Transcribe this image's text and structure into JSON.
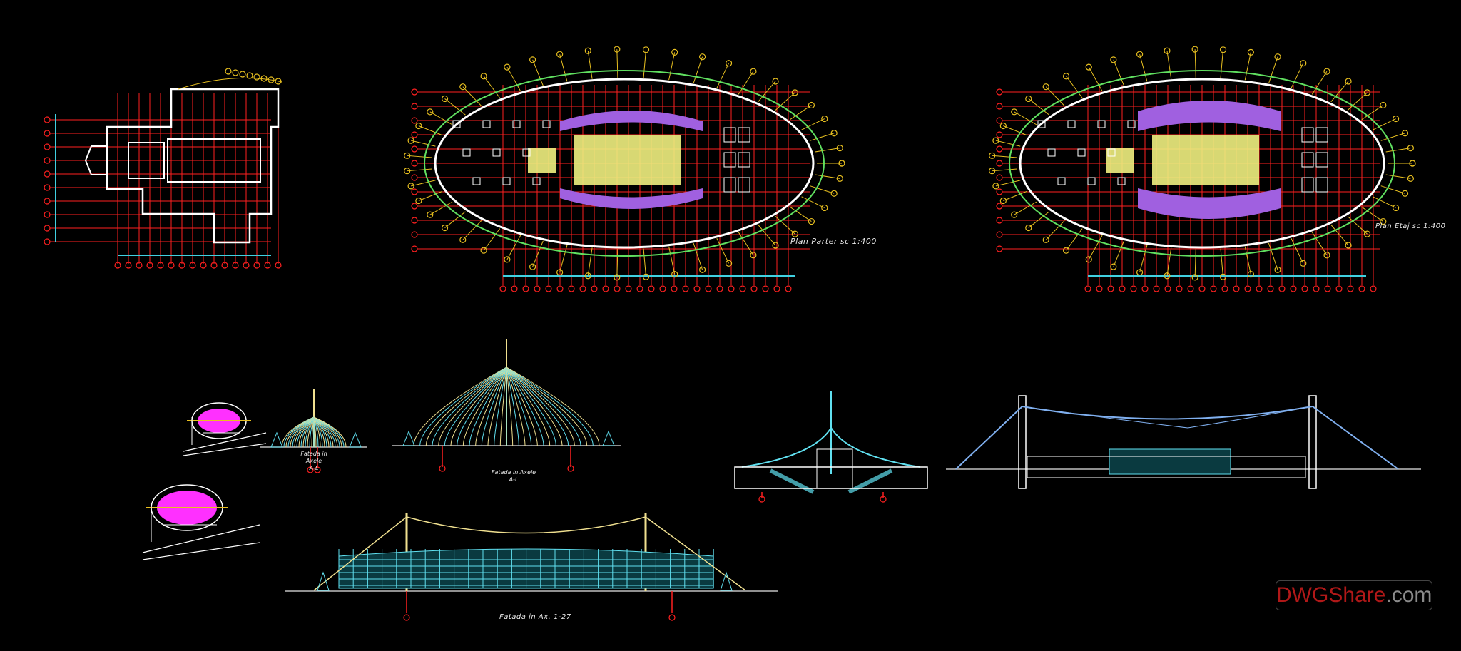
{
  "drawings": {
    "plan_ground": {
      "caption": "Plan Parter sc 1:400"
    },
    "plan_floor": {
      "caption": "Plan Etaj sc 1:400"
    },
    "facade_small": {
      "caption": "Fatada in Axele",
      "sub": "A-L"
    },
    "facade_medium": {
      "caption": "Fatada in Axele",
      "sub": "A-L"
    },
    "facade_long": {
      "caption": "Fatada in Ax. 1-27"
    }
  },
  "watermark": {
    "part1": "DWGShare",
    "part2": ".com"
  },
  "colors": {
    "background": "#000000",
    "axis": "#ff2020",
    "bubble": "#e8c020",
    "wall": "#ffffff",
    "seats": "#a060e0",
    "field": "#f0f080",
    "roof": "#60e0f0",
    "structure": "#f0e090",
    "site_fill": "#ff30ff",
    "watermark_red": "#b01818",
    "watermark_gray": "#8a8a8a"
  }
}
